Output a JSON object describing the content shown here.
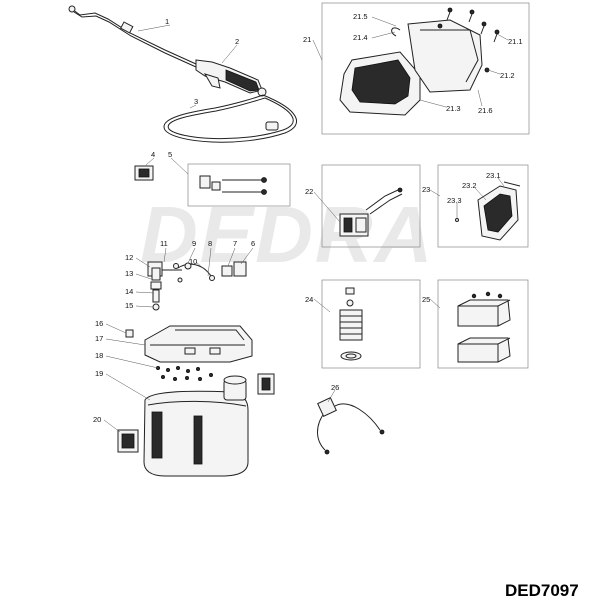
{
  "diagram": {
    "watermark": "DEDRA",
    "model_code": "DED7097",
    "labels": {
      "p1": "1",
      "p2": "2",
      "p3": "3",
      "p4": "4",
      "p5": "5",
      "p6": "6",
      "p7": "7",
      "p8": "8",
      "p9": "9",
      "p10": "10",
      "p11": "11",
      "p12": "12",
      "p13": "13",
      "p14": "14",
      "p15": "15",
      "p16": "16",
      "p17": "17",
      "p18": "18",
      "p19": "19",
      "p20": "20",
      "p21": "21",
      "p21_1": "21.1",
      "p21_2": "21.2",
      "p21_3": "21.3",
      "p21_4": "21.4",
      "p21_5": "21.5",
      "p21_6": "21.6",
      "p22": "22",
      "p23": "23",
      "p23_1": "23.1",
      "p23_2": "23.2",
      "p23_3": "23.3",
      "p24": "24",
      "p25": "25",
      "p26": "26"
    }
  }
}
